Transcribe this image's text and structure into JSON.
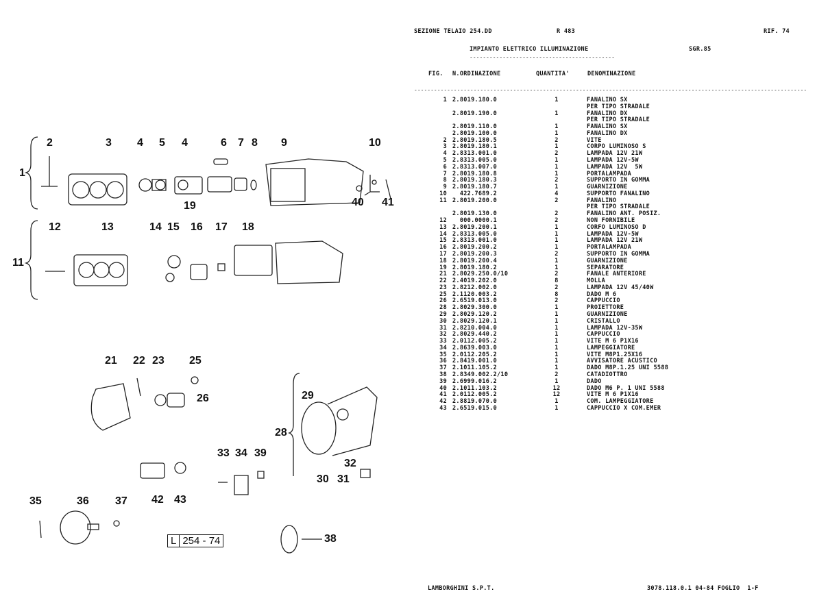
{
  "header": {
    "section": "SEZIONE TELAIO 254.DD",
    "ref_code": "R 483",
    "rif": "RIF. 74",
    "title": "IMPIANTO ELETTRICO ILLUMINAZIONE",
    "sgr": "SGR.85"
  },
  "columns": {
    "fig": "FIG.",
    "part": "N.ORDINAZIONE",
    "qty": "QUANTITA'",
    "desc": "DENOMINAZIONE"
  },
  "rows": [
    {
      "fig": "1",
      "part": "2.8019.180.0",
      "qty": "1",
      "desc": "FANALINO SX"
    },
    {
      "fig": "",
      "part": "",
      "qty": "",
      "desc": "PER TIPO STRADALE"
    },
    {
      "fig": "",
      "part": "2.8019.190.0",
      "qty": "1",
      "desc": "FANALINO DX"
    },
    {
      "fig": "",
      "part": "",
      "qty": "",
      "desc": "PER TIPO STRADALE"
    },
    {
      "fig": "",
      "part": "2.8019.110.0",
      "qty": "1",
      "desc": "FANALINO SX"
    },
    {
      "fig": "",
      "part": "2.8019.100.0",
      "qty": "1",
      "desc": "FANALINO DX"
    },
    {
      "fig": "2",
      "part": "2.8019.180.5",
      "qty": "2",
      "desc": "VITE"
    },
    {
      "fig": "3",
      "part": "2.8019.180.1",
      "qty": "1",
      "desc": "CORPO LUMINOSO S"
    },
    {
      "fig": "4",
      "part": "2.8313.001.0",
      "qty": "2",
      "desc": "LAMPADA 12V 21W"
    },
    {
      "fig": "5",
      "part": "2.8313.005.0",
      "qty": "1",
      "desc": "LAMPADA 12V-5W"
    },
    {
      "fig": "6",
      "part": "2.8313.007.0",
      "qty": "1",
      "desc": "LAMPADA 12V  5W"
    },
    {
      "fig": "7",
      "part": "2.8019.180.8",
      "qty": "1",
      "desc": "PORTALAMPADA"
    },
    {
      "fig": "8",
      "part": "2.8019.180.3",
      "qty": "2",
      "desc": "SUPPORTO IN GOMMA"
    },
    {
      "fig": "9",
      "part": "2.8019.180.7",
      "qty": "1",
      "desc": "GUARNIZIONE"
    },
    {
      "fig": "10",
      "part": "  422.7689.2",
      "qty": "4",
      "desc": "SUPPORTO FANALINO"
    },
    {
      "fig": "11",
      "part": "2.8019.200.0",
      "qty": "2",
      "desc": "FANALINO"
    },
    {
      "fig": "",
      "part": "",
      "qty": "",
      "desc": "PER TIPO STRADALE"
    },
    {
      "fig": "",
      "part": "2.8019.130.0",
      "qty": "2",
      "desc": "FANALINO ANT. POSIZ."
    },
    {
      "fig": "12",
      "part": "  000.0000.1",
      "qty": "2",
      "desc": "NON FORNIBILE"
    },
    {
      "fig": "13",
      "part": "2.8019.200.1",
      "qty": "1",
      "desc": "CORFO LUMINOSO D"
    },
    {
      "fig": "14",
      "part": "2.8313.005.0",
      "qty": "1",
      "desc": "LAMPADA 12V-5W"
    },
    {
      "fig": "15",
      "part": "2.8313.001.0",
      "qty": "1",
      "desc": "LAMPADA 12V 21W"
    },
    {
      "fig": "16",
      "part": "2.8019.200.2",
      "qty": "1",
      "desc": "PORTALAMPADA"
    },
    {
      "fig": "17",
      "part": "2.8019.200.3",
      "qty": "2",
      "desc": "SUPPORTO IN GOMMA"
    },
    {
      "fig": "18",
      "part": "2.8019.200.4",
      "qty": "1",
      "desc": "GUARNIZIONE"
    },
    {
      "fig": "19",
      "part": "2.8019.180.2",
      "qty": "1",
      "desc": "SEPARATORE"
    },
    {
      "fig": "21",
      "part": "2.8029.250.0/10",
      "qty": "2",
      "desc": "FANALE ANTERIORE"
    },
    {
      "fig": "22",
      "part": "2.4019.202.0",
      "qty": "8",
      "desc": "MOLLA"
    },
    {
      "fig": "23",
      "part": "2.8212.002.0",
      "qty": "2",
      "desc": "LAMPADA 12V 45/40W"
    },
    {
      "fig": "25",
      "part": "2.1120.003.2",
      "qty": "8",
      "desc": "DADO M 6"
    },
    {
      "fig": "26",
      "part": "2.6519.013.0",
      "qty": "2",
      "desc": "CAPPUCCIO"
    },
    {
      "fig": "28",
      "part": "2.8029.300.0",
      "qty": "1",
      "desc": "PROIETTORE"
    },
    {
      "fig": "29",
      "part": "2.8029.120.2",
      "qty": "1",
      "desc": "GUARNIZIONE"
    },
    {
      "fig": "30",
      "part": "2.8029.120.1",
      "qty": "1",
      "desc": "CRISTALLO"
    },
    {
      "fig": "31",
      "part": "2.8210.004.0",
      "qty": "1",
      "desc": "LAMPADA 12V-35W"
    },
    {
      "fig": "32",
      "part": "2.8029.440.2",
      "qty": "1",
      "desc": "CAPPUCCIO"
    },
    {
      "fig": "33",
      "part": "2.0112.005.2",
      "qty": "1",
      "desc": "VITE M 6 P1X16"
    },
    {
      "fig": "34",
      "part": "2.8639.003.0",
      "qty": "1",
      "desc": "LAMPEGGIATORE"
    },
    {
      "fig": "35",
      "part": "2.0112.205.2",
      "qty": "1",
      "desc": "VITE M8P1.25X16"
    },
    {
      "fig": "36",
      "part": "2.8419.001.0",
      "qty": "1",
      "desc": "AVVISATORE ACUSTICO"
    },
    {
      "fig": "37",
      "part": "2.1011.105.2",
      "qty": "1",
      "desc": "DADO M8P.1.25 UNI 5588"
    },
    {
      "fig": "38",
      "part": "2.8349.002.2/10",
      "qty": "2",
      "desc": "CATADIOTTRO"
    },
    {
      "fig": "39",
      "part": "2.6999.016.2",
      "qty": "1",
      "desc": "DADO"
    },
    {
      "fig": "40",
      "part": "2.1011.103.2",
      "qty": "12",
      "desc": "DADO M6 P. 1 UNI 5588"
    },
    {
      "fig": "41",
      "part": "2.0112.005.2",
      "qty": "12",
      "desc": "VITE M 6 P1X16"
    },
    {
      "fig": "42",
      "part": "2.8819.070.0",
      "qty": "1",
      "desc": "COM. LAMPEGGIATORE"
    },
    {
      "fig": "43",
      "part": "2.6519.015.0",
      "qty": "1",
      "desc": "CAPPUCCIO X COM.EMER"
    }
  ],
  "footer": {
    "company": "LAMBORGHINI S.P.T.",
    "sheet": "3078.118.0.1 04-84 FOGLIO  1-F"
  },
  "diagram": {
    "callouts": [
      "1",
      "2",
      "3",
      "4",
      "5",
      "4",
      "6",
      "7",
      "8",
      "9",
      "10",
      "40",
      "41",
      "19",
      "12",
      "13",
      "14",
      "15",
      "16",
      "17",
      "18",
      "11",
      "21",
      "22",
      "23",
      "25",
      "26",
      "29",
      "28",
      "32",
      "30",
      "31",
      "33",
      "34",
      "39",
      "42",
      "43",
      "35",
      "36",
      "37",
      "38"
    ],
    "drawing_label_prefix": "L",
    "drawing_label": "254 - 74"
  }
}
